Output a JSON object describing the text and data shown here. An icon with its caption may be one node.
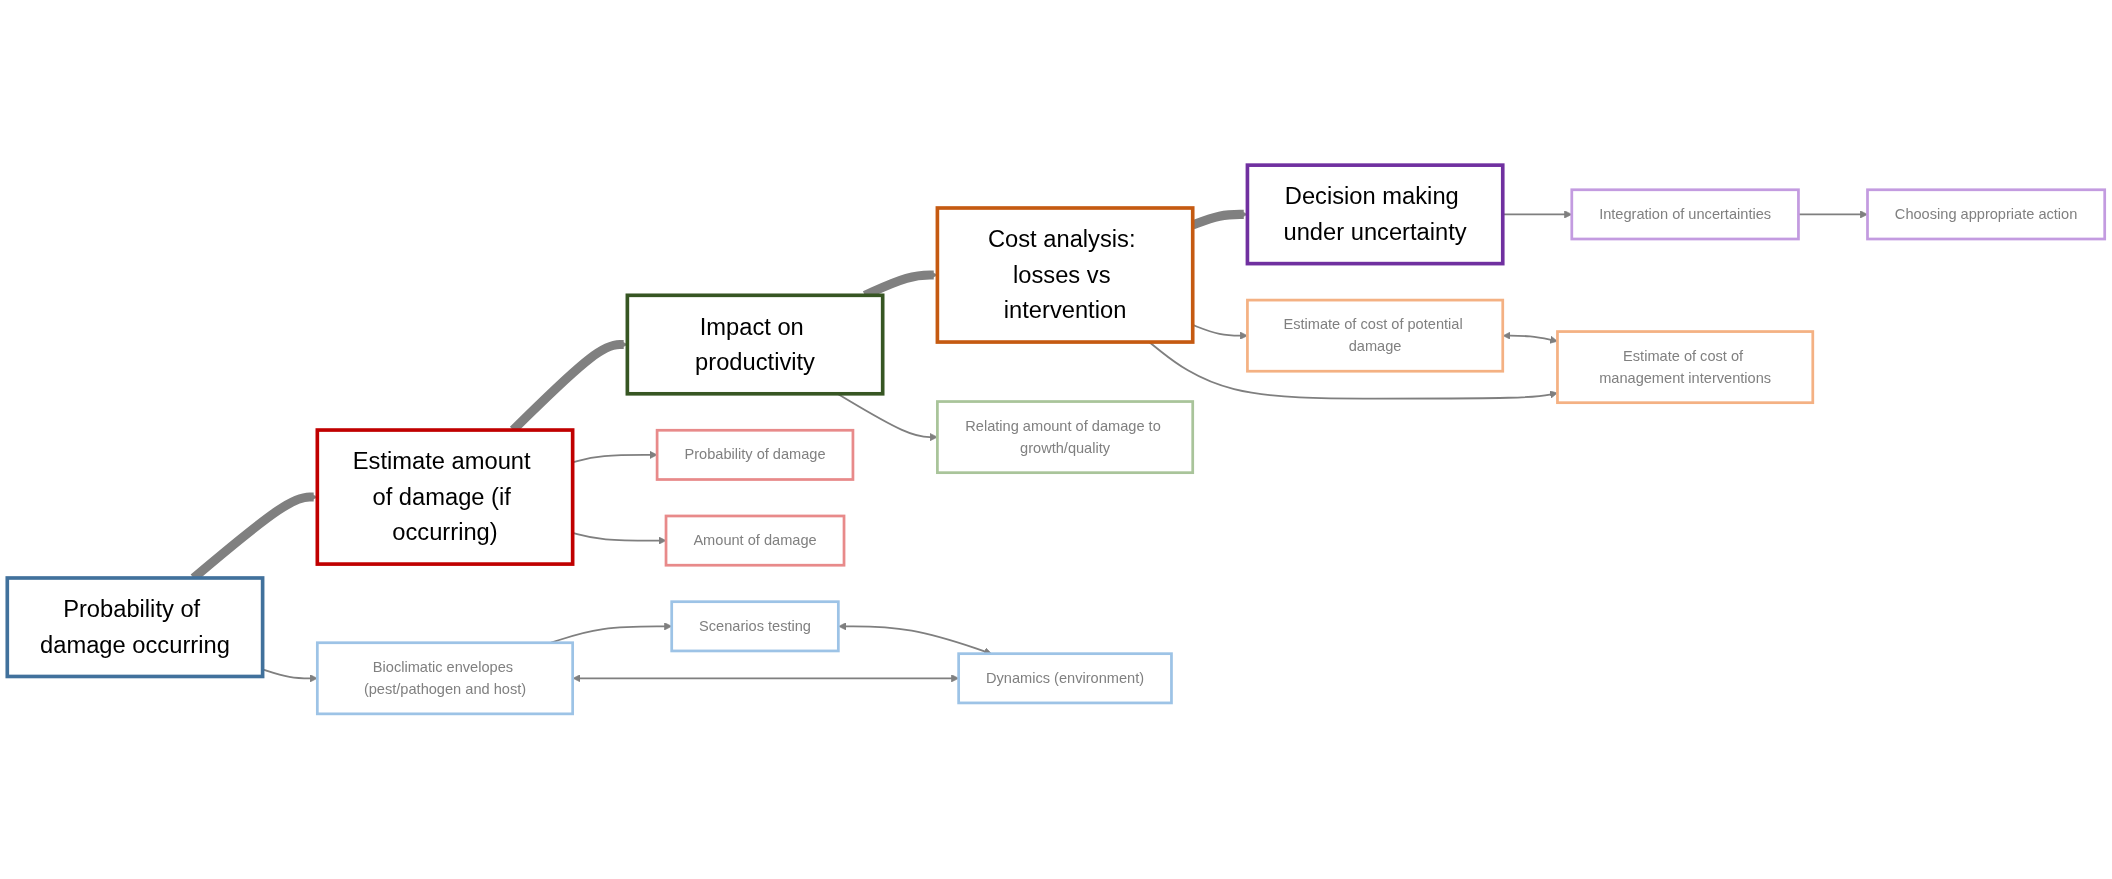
{
  "diagram": {
    "nodes": [
      {
        "text": [
          "Probability of damage occurring"
        ]
      },
      {
        "text": [
          "Estimate amount of damage (if occurring)"
        ]
      },
      {
        "text": [
          "Impact on productivity"
        ]
      },
      {
        "text": [
          "Cost analysis: losses vs intervention"
        ]
      },
      {
        "text": [
          "Decision making under uncertainty"
        ]
      },
      {
        "text": [
          "Bioclimatic envelopes (pest/pathogen and host)"
        ]
      },
      {
        "text": [
          "Scenarios testing"
        ]
      },
      {
        "text": [
          "Dynamics (environment)"
        ]
      },
      {
        "text": [
          "Probability of damage"
        ]
      },
      {
        "text": [
          "Amount of damage"
        ]
      },
      {
        "text": [
          "Relating amount of damage to growth/quality"
        ]
      },
      {
        "text": [
          "Estimate of cost of potential damage"
        ]
      },
      {
        "text": [
          "Estimate of cost of management interventions"
        ]
      },
      {
        "text": [
          "Integration of uncertainties"
        ]
      },
      {
        "text": [
          "Choosing appropriate action"
        ]
      }
    ],
    "edges": [
      {
        "from": 0,
        "to": 1,
        "arrow": "to",
        "style": "thick",
        "color": "#808080"
      },
      {
        "from": 1,
        "to": 2,
        "arrow": "to",
        "style": "thick",
        "color": "#808080"
      },
      {
        "from": 2,
        "to": 3,
        "arrow": "to",
        "style": "thick",
        "color": "#808080"
      },
      {
        "from": 3,
        "to": 4,
        "arrow": "to",
        "style": "thick",
        "color": "#808080"
      },
      {
        "from": 0,
        "to": 5,
        "arrow": "to"
      },
      {
        "from": 5,
        "to": 6,
        "arrow": "to"
      },
      {
        "from": 6,
        "to": 7,
        "arrow": "both"
      },
      {
        "from": 5,
        "to": 7,
        "arrow": "both"
      },
      {
        "from": 1,
        "to": 8,
        "arrow": "to"
      },
      {
        "from": 1,
        "to": 9,
        "arrow": "to"
      },
      {
        "from": 2,
        "to": 10,
        "arrow": "to"
      },
      {
        "from": 3,
        "to": 11,
        "arrow": "to"
      },
      {
        "from": 3,
        "to": 12,
        "arrow": "to"
      },
      {
        "from": 11,
        "to": 12,
        "arrow": "both"
      },
      {
        "from": 4,
        "to": 13,
        "arrow": "to"
      },
      {
        "from": 13,
        "to": 14,
        "arrow": "to"
      }
    ]
  }
}
